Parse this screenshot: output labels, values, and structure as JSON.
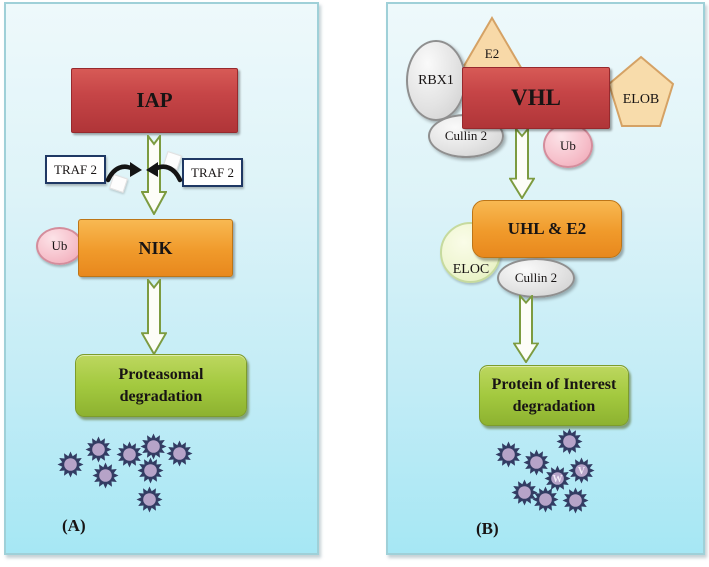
{
  "figure": {
    "panel_a": {
      "label": "(A)",
      "nodes": {
        "iap": "IAP",
        "traf2_left": "TRAF 2",
        "traf2_right": "TRAF 2",
        "ub": "Ub",
        "nik": "NIK",
        "outcome_line1": "Proteasomal",
        "outcome_line2": "degradation"
      }
    },
    "panel_b": {
      "label": "(B)",
      "nodes": {
        "rbx1": "RBX1",
        "e2": "E2",
        "vhl": "VHL",
        "elob": "ELOB",
        "cullin2_top": "Cullin 2",
        "ub": "Ub",
        "uhl_e2": "UHL & E2",
        "eloc": "ELOC",
        "cullin2_bottom": "Cullin 2",
        "outcome_line1": "Protein of Interest",
        "outcome_line2": "degradation",
        "star_letter_w": "W",
        "star_letter_v": "V"
      }
    },
    "colors": {
      "panel_background_top": "#eef9fb",
      "panel_background_bottom": "#a6e7f4",
      "red_box": "#c64547",
      "orange_box": "#f09a2b",
      "green_box": "#a3c93f",
      "pink_ub": "#f6bfca",
      "gray_node": "#e3e3e3",
      "tan_shape": "#f8d9a8",
      "eloc_green": "#eef5cf",
      "star_outline": "#333c63",
      "star_center": "#b6a3c8",
      "arrow_green": "#7c9b40"
    }
  }
}
